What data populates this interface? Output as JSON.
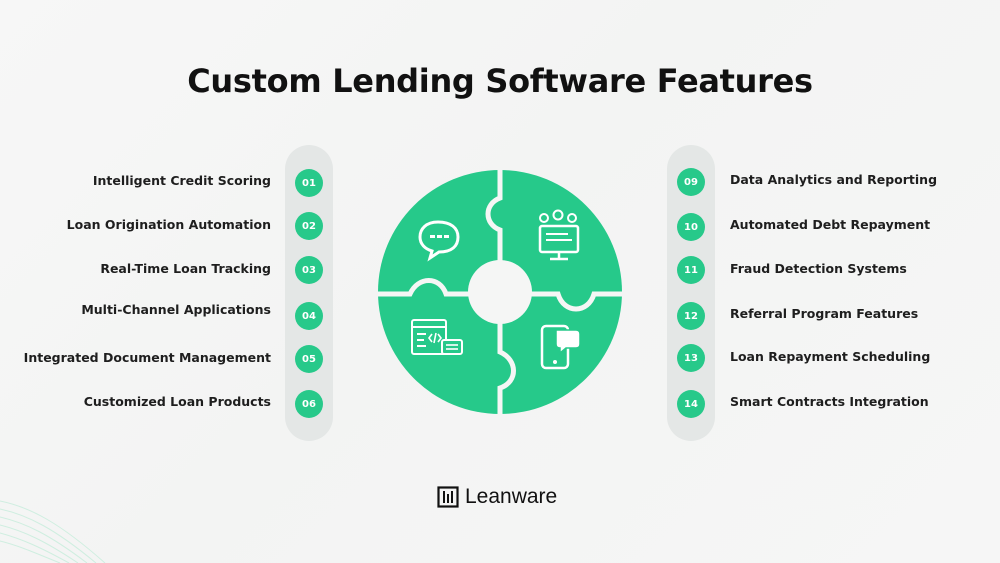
{
  "title": "Custom Lending Software Features",
  "accent_color": "#27c98a",
  "left_items": [
    {
      "num": "01",
      "label": "Intelligent Credit Scoring"
    },
    {
      "num": "02",
      "label": "Loan Origination Automation"
    },
    {
      "num": "03",
      "label": "Real-Time Loan Tracking"
    },
    {
      "num": "04",
      "label": "Multi-Channel Applications"
    },
    {
      "num": "05",
      "label": "Integrated Document Management"
    },
    {
      "num": "06",
      "label": "Customized Loan Products"
    }
  ],
  "right_items": [
    {
      "num": "09",
      "label": "Data Analytics and Reporting"
    },
    {
      "num": "10",
      "label": "Automated Debt Repayment"
    },
    {
      "num": "11",
      "label": "Fraud Detection Systems"
    },
    {
      "num": "12",
      "label": "Referral Program Features"
    },
    {
      "num": "13",
      "label": "Loan Repayment Scheduling"
    },
    {
      "num": "14",
      "label": "Smart Contracts Integration"
    }
  ],
  "puzzle_icons": [
    "chat-bubble-icon",
    "monitor-gears-icon",
    "code-window-icon",
    "phone-chat-icon"
  ],
  "logo": {
    "text": "Leanware",
    "icon": "leanware-logo-icon"
  }
}
